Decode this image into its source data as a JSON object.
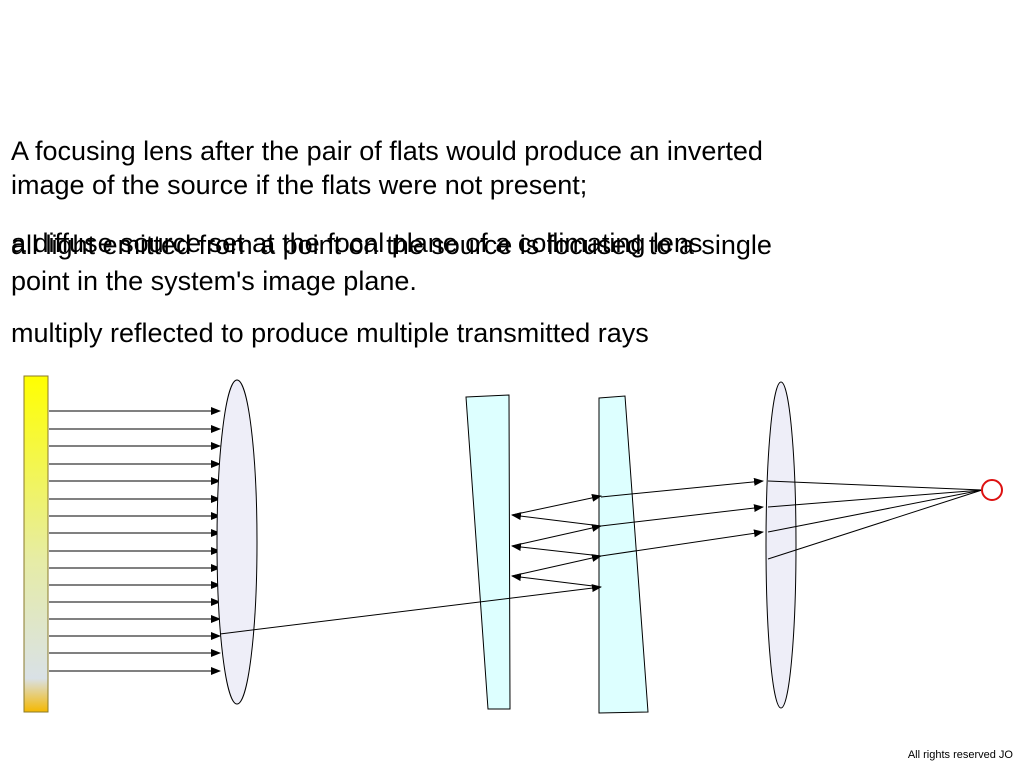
{
  "slide": {
    "line1": "A focusing lens after the pair of flats would produce an inverted",
    "line2": "image of the source if the flats were not present;",
    "line3": "all light emitted from a point on the source is focused to a single",
    "line4": "point in the system's image plane.",
    "line5": "multiply reflected to produce multiple transmitted rays",
    "overlap_text": "a diffuse source set at the focal plane of a collimating lens",
    "copyright": "All rights reserved JO"
  },
  "colors": {
    "source_top": "#ffff00",
    "source_bottom": "#f5b800",
    "lens_fill": "#eeeef8",
    "flat_fill": "#ddffff",
    "focal_point": "#dd1111"
  }
}
